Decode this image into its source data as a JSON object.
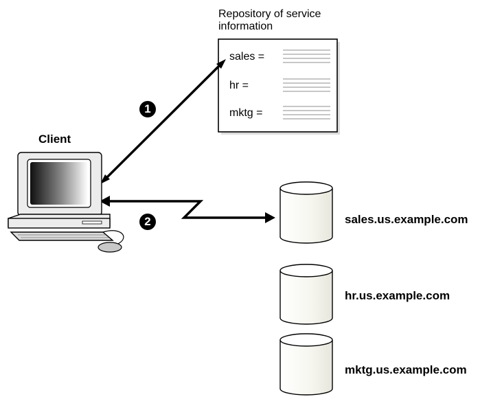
{
  "repository": {
    "title_lines": [
      "Repository of service",
      "information"
    ],
    "entries": [
      {
        "label": "sales ="
      },
      {
        "label": "hr ="
      },
      {
        "label": "mktg ="
      }
    ]
  },
  "client": {
    "label": "Client"
  },
  "steps": [
    {
      "label": "1"
    },
    {
      "label": "2"
    }
  ],
  "databases": [
    {
      "label": "sales.us.example.com"
    },
    {
      "label": "hr.us.example.com"
    },
    {
      "label": "mktg.us.example.com"
    }
  ],
  "colors": {
    "line": "#000000",
    "monitor_gradient_dark": "#111111",
    "monitor_gradient_light": "#ffffff",
    "cylinder_fill": "#f7f7f1",
    "placeholder_lines": "#b4b4b4"
  }
}
